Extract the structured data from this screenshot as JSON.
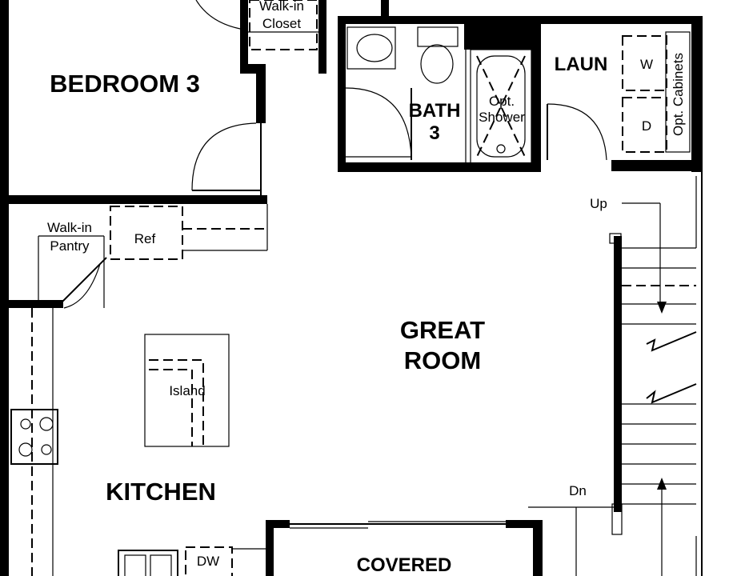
{
  "rooms": {
    "bedroom": "BEDROOM 3",
    "closet_line1": "Walk-in",
    "closet_line2": "Closet",
    "bath_line1": "BATH",
    "bath_line2": "3",
    "shower_line1": "Opt.",
    "shower_line2": "Shower",
    "laundry": "LAUN",
    "washer": "W",
    "dryer": "D",
    "cabinets": "Opt. Cabinets",
    "pantry_line1": "Walk-in",
    "pantry_line2": "Pantry",
    "fridge": "Ref",
    "great_line1": "GREAT",
    "great_line2": "ROOM",
    "island": "Island",
    "kitchen": "KITCHEN",
    "dishwasher": "DW",
    "covered": "COVERED"
  },
  "stairs": {
    "up": "Up",
    "down": "Dn"
  }
}
